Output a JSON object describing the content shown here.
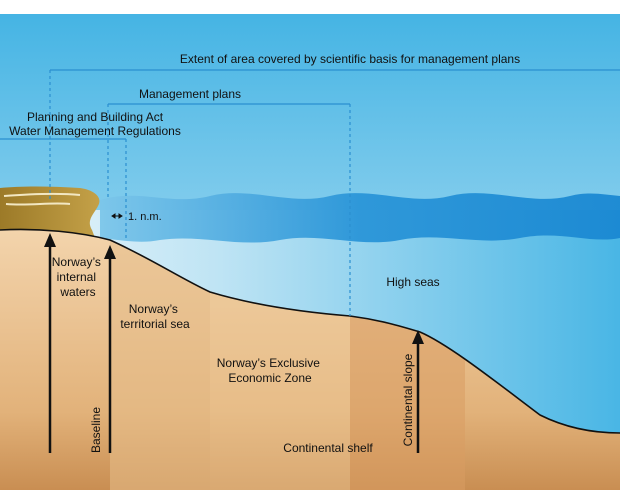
{
  "labels": {
    "extent": "Extent of area covered by scientific basis for management plans",
    "management_plans": "Management plans",
    "planning_act_line1": "Planning and Building Act",
    "planning_act_line2": "Water Management Regulations",
    "one_nm": "1. n.m.",
    "internal_waters": [
      "Norway’s",
      "internal",
      "waters"
    ],
    "territorial_sea": [
      "Norway’s",
      "territorial sea"
    ],
    "high_seas": "High seas",
    "eez": [
      "Norway’s Exclusive",
      "Economic Zone"
    ],
    "continental_shelf": "Continental shelf",
    "continental_slope": "Continental slope",
    "baseline": "Baseline"
  },
  "colors": {
    "sky_top": "#4ab8e6",
    "sky_bottom": "#d8f0fa",
    "sea_band": "#1f8fd6",
    "sea_deep": "#3fb3e4",
    "seafloor_light": "#f2d2a8",
    "seafloor_dark": "#d49a5c",
    "coast": "#a8862f",
    "boundary_line": "#2b8fd0",
    "arrow": "#111111"
  }
}
